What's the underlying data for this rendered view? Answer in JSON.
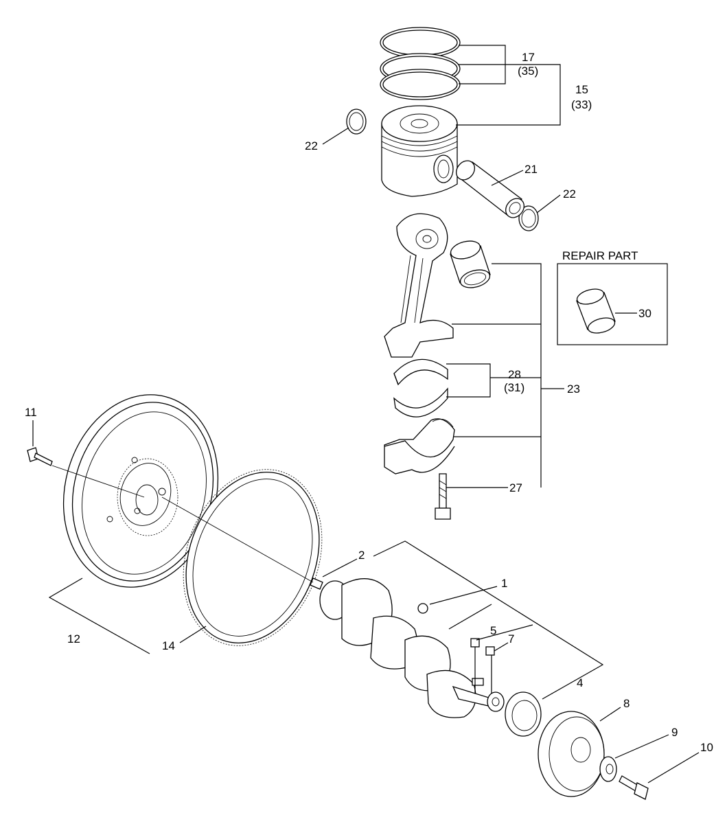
{
  "repair_part": {
    "title": "REPAIR PART"
  },
  "callouts": {
    "c1": "1",
    "c2": "2",
    "c4": "4",
    "c5": "5",
    "c7": "7",
    "c8": "8",
    "c9": "9",
    "c10": "10",
    "c11": "11",
    "c12": "12",
    "c14": "14",
    "c15": "15",
    "c15alt": "(33)",
    "c17": "17",
    "c17alt": "(35)",
    "c21": "21",
    "c22a": "22",
    "c22b": "22",
    "c23": "23",
    "c27": "27",
    "c28": "28",
    "c28alt": "(31)",
    "c30": "30"
  }
}
